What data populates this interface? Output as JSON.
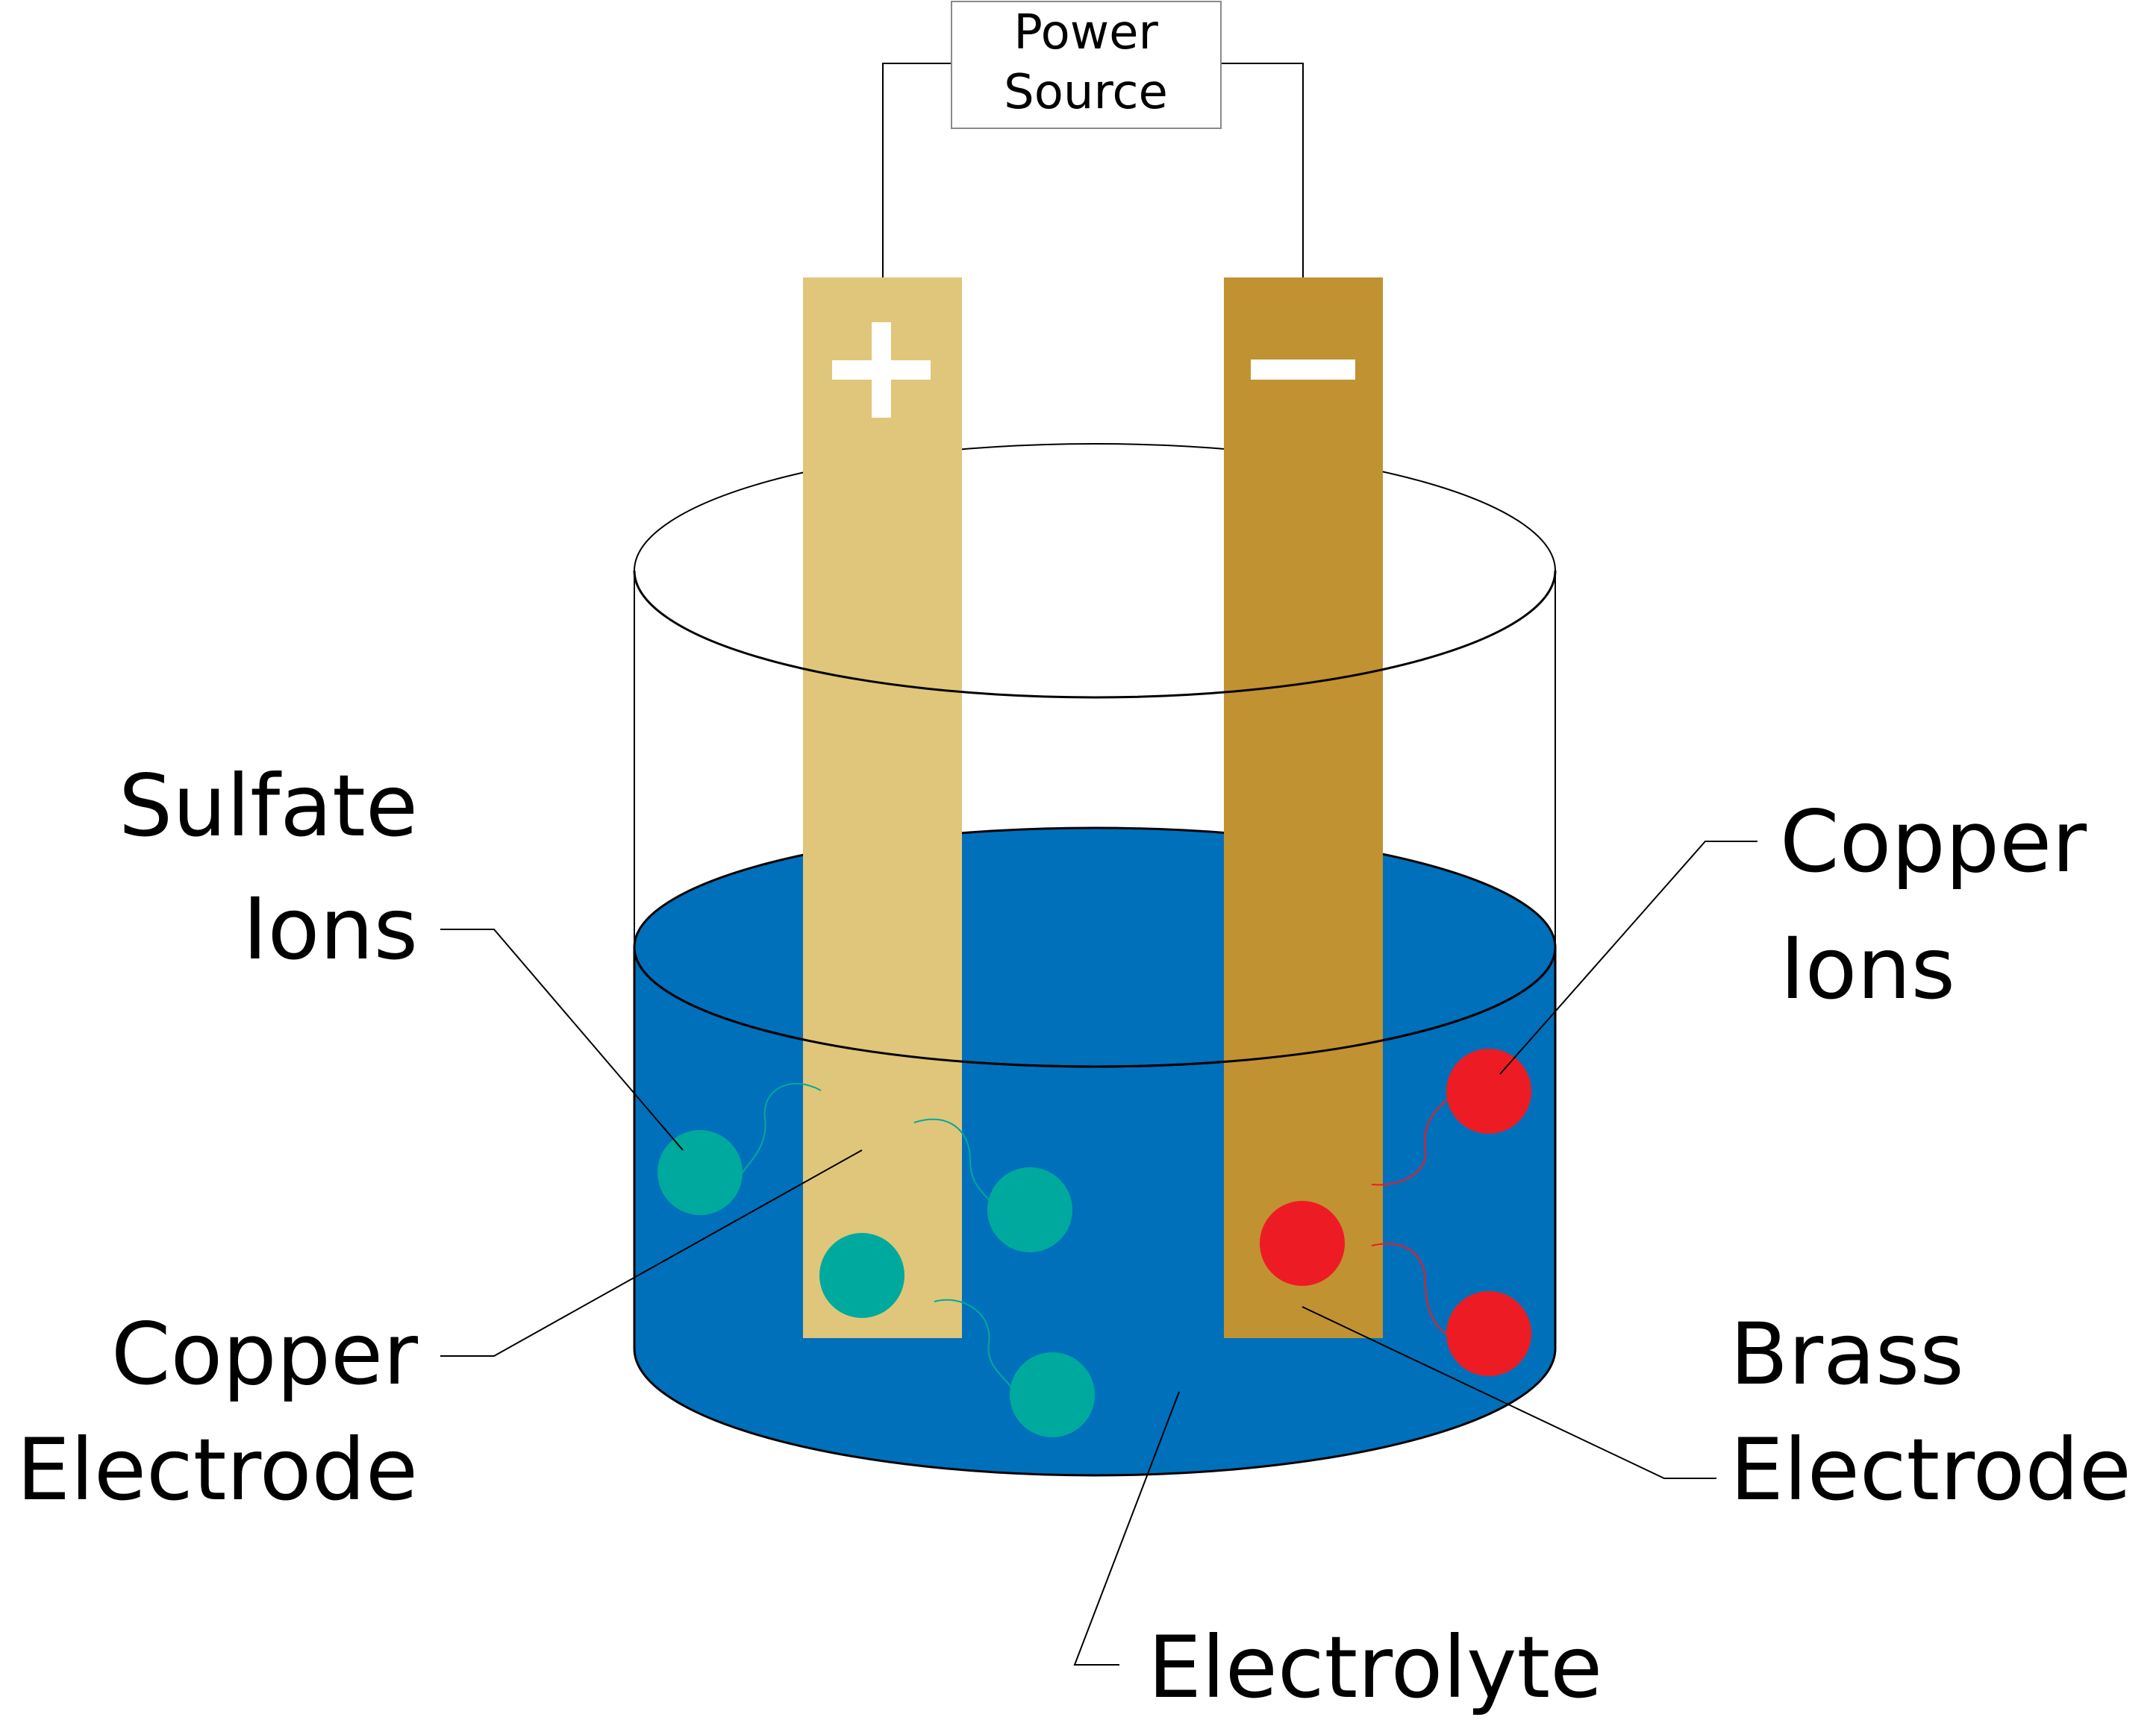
{
  "power_source": {
    "line1": "Power",
    "line2": "Source"
  },
  "electrodes": {
    "positive": {
      "sign": "+",
      "color": "#e0c67a"
    },
    "negative": {
      "sign": "−",
      "color": "#c19231"
    }
  },
  "labels": {
    "sulfate_ions": {
      "line1": "Sulfate",
      "line2": "Ions"
    },
    "copper_ions": {
      "line1": "Copper",
      "line2": "Ions"
    },
    "copper_electrode": {
      "line1": "Copper",
      "line2": "Electrode"
    },
    "brass_electrode": {
      "line1": "Brass",
      "line2": "Electrode"
    },
    "electrolyte": "Electrolyte"
  },
  "colors": {
    "electrolyte": "#0070ba",
    "sulfate_ion": "#00a99d",
    "copper_ion": "#ed1c24"
  }
}
